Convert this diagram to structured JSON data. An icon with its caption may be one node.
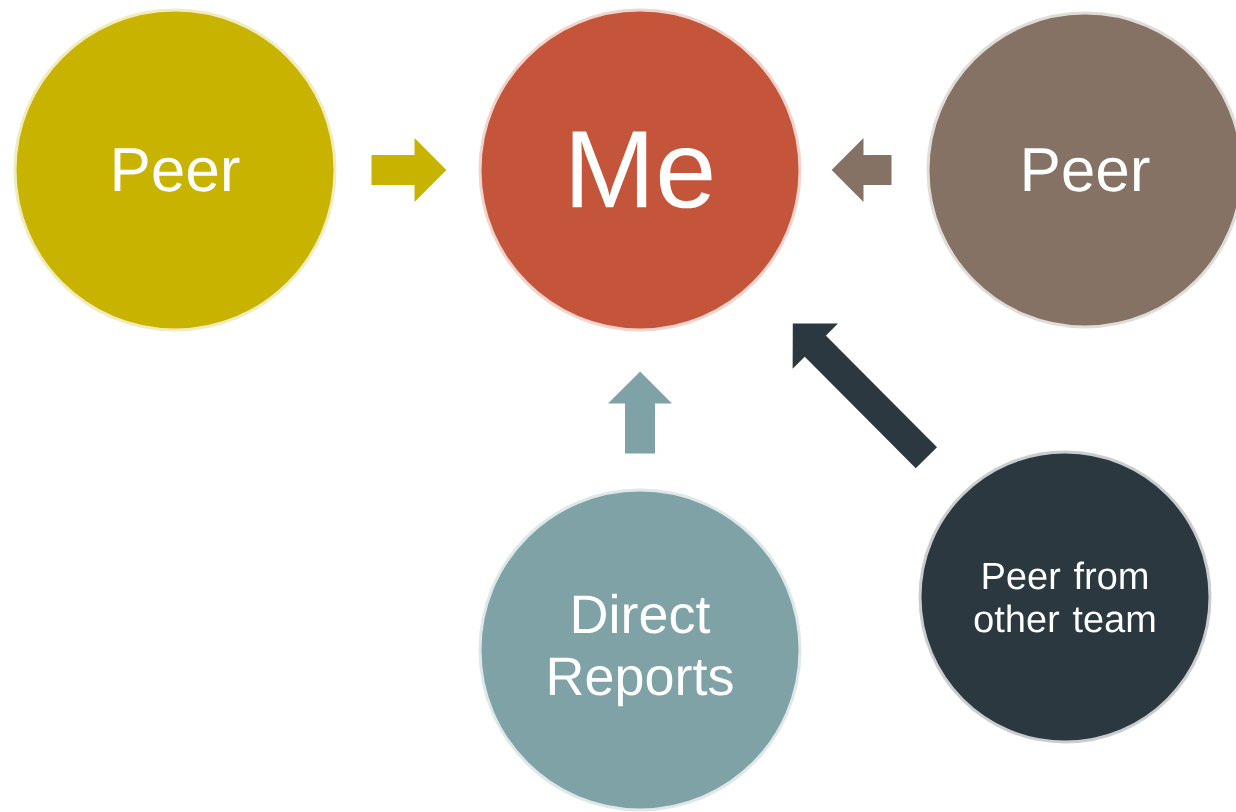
{
  "diagram": {
    "nodes": [
      {
        "text": [
          "Peer"
        ]
      },
      {
        "text": [
          "Me"
        ]
      },
      {
        "text": [
          "Peer"
        ]
      },
      {
        "text": [
          "Direct Reports"
        ]
      },
      {
        "text": [
          "Peer from other team"
        ]
      }
    ],
    "edges": [
      {
        "from": 0,
        "to": 1,
        "arrow": "to",
        "color": "#c8b400"
      },
      {
        "from": 2,
        "to": 1,
        "arrow": "to",
        "color": "#857264"
      },
      {
        "from": 3,
        "to": 1,
        "arrow": "to",
        "color": "#7fa2a6"
      },
      {
        "from": 4,
        "to": 1,
        "arrow": "to",
        "color": "#2c3840"
      }
    ]
  }
}
